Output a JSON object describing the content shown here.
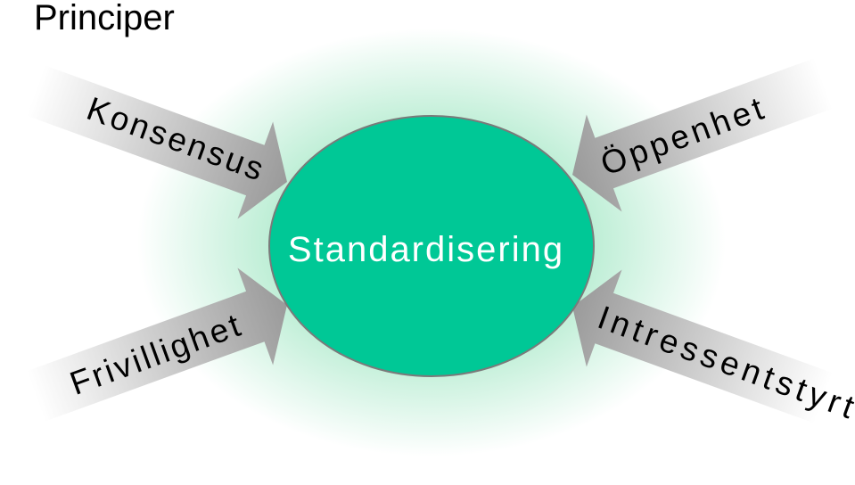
{
  "title": "Principer",
  "center": {
    "label": "Standardisering",
    "fill_color": "#00C896",
    "glow_color": "#8FE2B8"
  },
  "arrows": [
    {
      "label": "Konsensus"
    },
    {
      "label": "Öppenhet"
    },
    {
      "label": "Frivillighet"
    },
    {
      "label": "Intressentstyrt"
    }
  ],
  "colors": {
    "arrow_dark": "#9a9a9a",
    "arrow_light": "#ffffff"
  }
}
